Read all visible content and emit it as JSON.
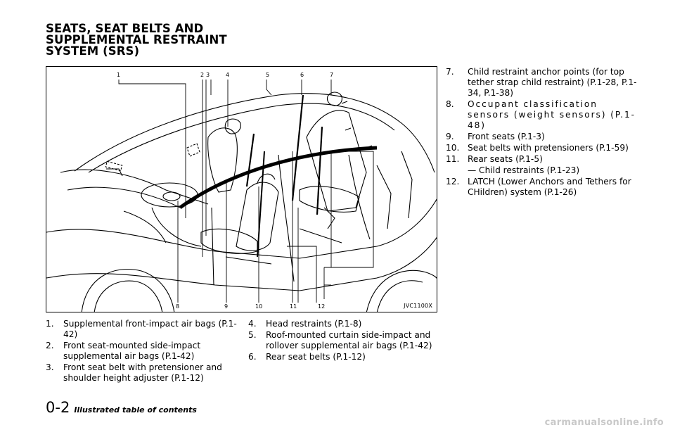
{
  "heading": [
    "SEATS, SEAT BELTS AND",
    "SUPPLEMENTAL RESTRAINT",
    "SYSTEM (SRS)"
  ],
  "figure": {
    "code": "JVC1100X",
    "top_labels": [
      "1",
      "2",
      "3",
      "4",
      "5",
      "6",
      "7"
    ],
    "bottom_labels": [
      "8",
      "9",
      "10",
      "11",
      "12"
    ]
  },
  "items_col1": [
    {
      "num": "1.",
      "text": "Supplemental front-impact air bags (P.1-42)"
    },
    {
      "num": "2.",
      "text": "Front seat-mounted side-impact supplemental air bags (P.1-42)"
    },
    {
      "num": "3.",
      "text": "Front seat belt with pretensioner and shoulder height adjuster (P.1-12)"
    }
  ],
  "items_col2": [
    {
      "num": "4.",
      "text": "Head restraints (P.1-8)"
    },
    {
      "num": "5.",
      "text": "Roof-mounted curtain side-impact and rollover supplemental air bags (P.1-42)"
    },
    {
      "num": "6.",
      "text": "Rear seat belts (P.1-12)"
    }
  ],
  "items_col3": [
    {
      "num": "7.",
      "text": "Child restraint anchor points (for top tether strap child restraint) (P.1-28, P.1-34, P.1-38)"
    },
    {
      "num": "8.",
      "text": "Occupant classification sensors (weight sensors) (P.1-48)"
    },
    {
      "num": "9.",
      "text": "Front seats (P.1-3)"
    },
    {
      "num": "10.",
      "text": "Seat belts with pretensioners (P.1-59)"
    },
    {
      "num": "11.",
      "text": "Rear seats (P.1-5)"
    },
    {
      "num": "",
      "text": "— Child restraints (P.1-23)"
    },
    {
      "num": "12.",
      "text": "LATCH (Lower Anchors and Tethers for CHildren) system (P.1-26)"
    }
  ],
  "footer": {
    "page_number": "0-2",
    "title": "Illustrated table of contents"
  },
  "watermark": "carmanualsonline.info"
}
